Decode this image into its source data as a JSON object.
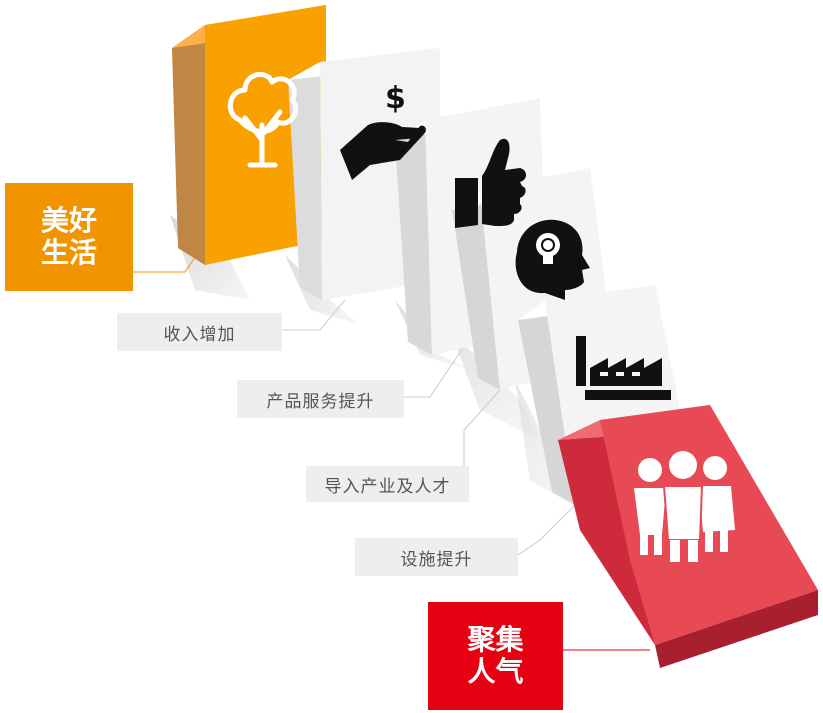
{
  "badges": {
    "top": {
      "text": "美好\n生活",
      "color": "#f29300"
    },
    "bottom": {
      "text": "聚集\n人气",
      "color": "#e60012"
    }
  },
  "labels": {
    "income": "收入增加",
    "services": "产品服务提升",
    "industry": "导入产业及人才",
    "facilities": "设施提升"
  },
  "blocks": [
    {
      "icon": "tree-icon",
      "face": "#f8a100",
      "side": "#c98a45"
    },
    {
      "icon": "money-hand-icon",
      "face": "#f7f7f7",
      "side": "#dddddd"
    },
    {
      "icon": "thumbs-up-icon",
      "face": "#f7f7f7",
      "side": "#dddddd"
    },
    {
      "icon": "head-lightbulb-icon",
      "face": "#f7f7f7",
      "side": "#dddddd"
    },
    {
      "icon": "factory-icon",
      "face": "#f7f7f7",
      "side": "#dddddd"
    },
    {
      "icon": "people-group-icon",
      "face": "#e84a55",
      "side": "#c02f3c"
    }
  ]
}
